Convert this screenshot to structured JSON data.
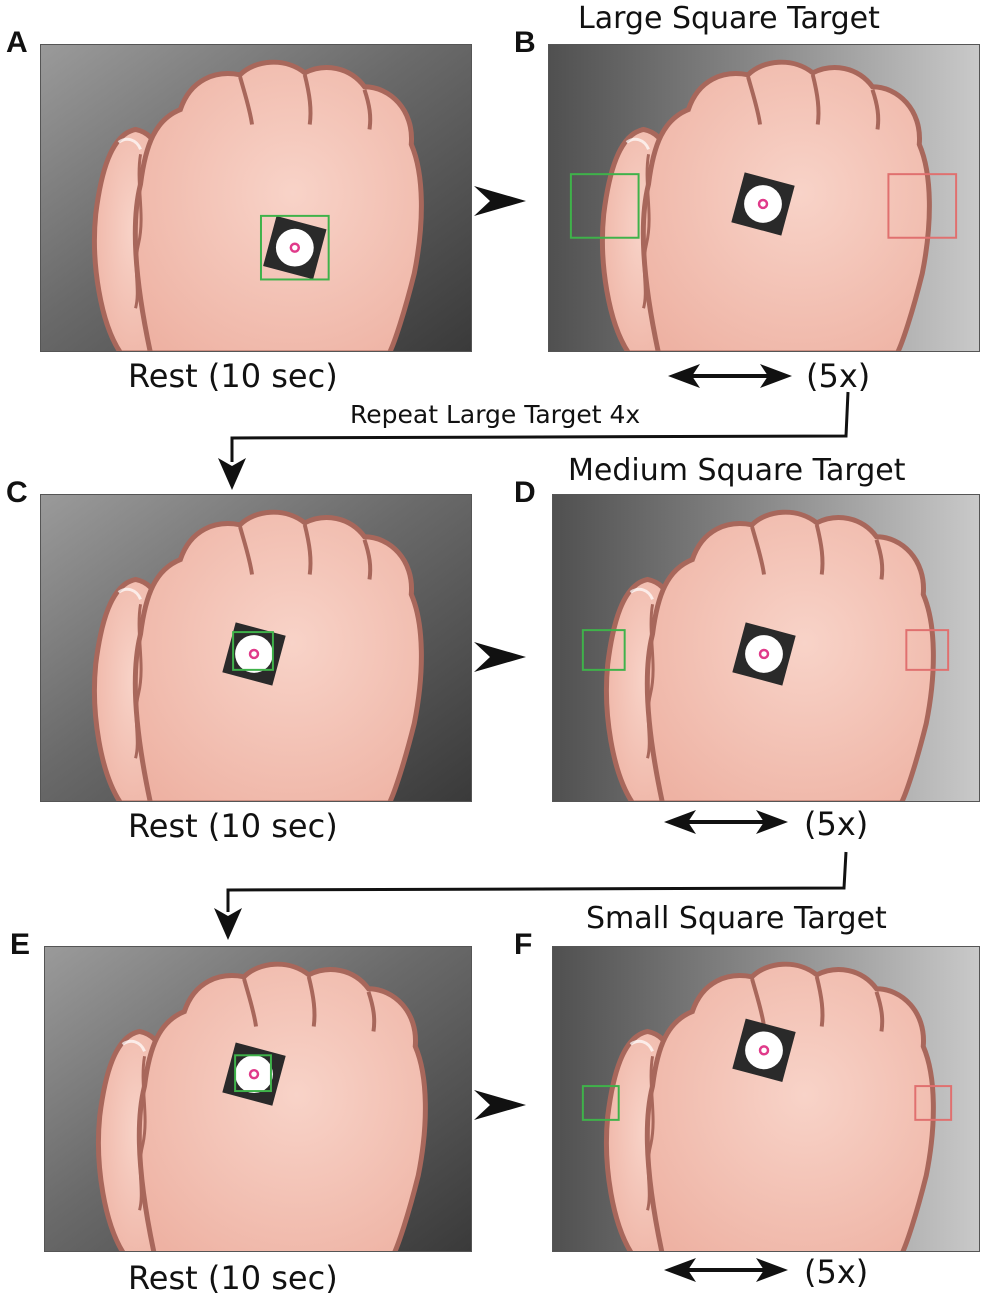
{
  "panels": {
    "a": {
      "letter": "A",
      "title": "",
      "caption": "Rest (10 sec)"
    },
    "b": {
      "letter": "B",
      "title": "Large Square Target",
      "reps": "(5x)"
    },
    "c": {
      "letter": "C",
      "title": "",
      "caption": "Rest (10 sec)"
    },
    "d": {
      "letter": "D",
      "title": "Medium Square Target",
      "reps": "(5x)"
    },
    "e": {
      "letter": "E",
      "title": "",
      "caption": "Rest (10 sec)"
    },
    "f": {
      "letter": "F",
      "title": "Small Square Target",
      "reps": "(5x)"
    }
  },
  "flow": {
    "repeat_label": "Repeat Large Target  4x"
  },
  "colors": {
    "target_left": "#3fb24a",
    "target_right": "#e0706f",
    "skin": "#f2c0b3",
    "skin_outline": "#a8675b",
    "marker_dot": "#e03a8a"
  }
}
